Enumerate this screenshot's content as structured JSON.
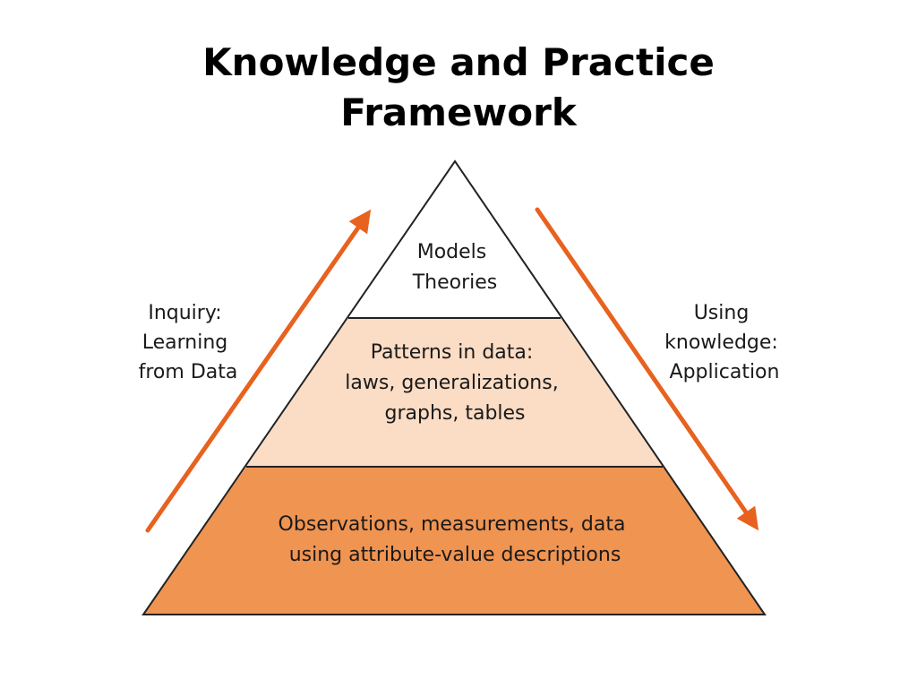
{
  "title": {
    "line1": "Knowledge and Practice",
    "line2": "Framework"
  },
  "pyramid": {
    "top": {
      "lines": [
        "Models",
        "Theories"
      ],
      "color": "#ffffff"
    },
    "middle": {
      "lines": [
        "Patterns in data:",
        "laws, generalizations,",
        "graphs, tables"
      ],
      "color": "#fbdcc4"
    },
    "bottom": {
      "lines": [
        "Observations, measurements, data",
        "using attribute-value descriptions"
      ],
      "color": "#f09452"
    }
  },
  "left_label": {
    "lines": [
      "Inquiry:",
      "Learning",
      "from Data"
    ]
  },
  "right_label": {
    "lines": [
      "Using",
      "knowledge:",
      "Application"
    ]
  },
  "arrow_color": "#e8621f",
  "icons": {
    "left_arrow": "arrow-up-right-icon",
    "right_arrow": "arrow-down-right-icon"
  }
}
